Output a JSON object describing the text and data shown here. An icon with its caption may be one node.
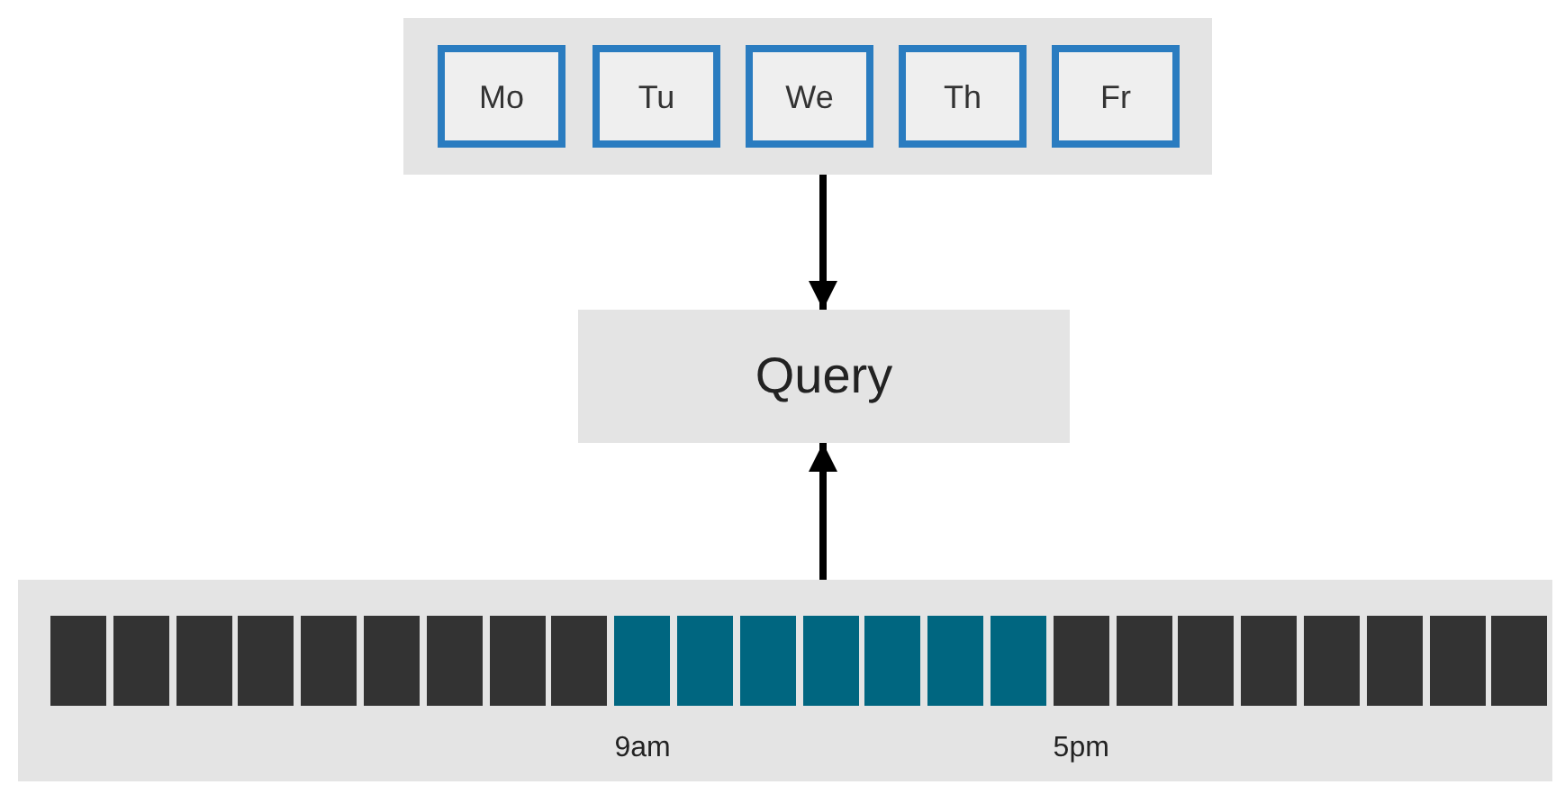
{
  "diagram": {
    "nodes": [
      {
        "text": [],
        "shape": "box"
      },
      {
        "text": [
          "Mo"
        ],
        "in": 0
      },
      {
        "text": [
          "Tu"
        ],
        "in": 0
      },
      {
        "text": [
          "We"
        ],
        "in": 0
      },
      {
        "text": [
          "Th"
        ],
        "in": 0
      },
      {
        "text": [
          "Fr"
        ],
        "in": 0
      },
      {
        "text": [
          "Query"
        ]
      },
      {
        "text": [],
        "shape": "bar"
      }
    ],
    "edges": [
      {
        "from": 0,
        "to": 6,
        "arrow": "to"
      },
      {
        "from": 7,
        "to": 6,
        "arrow": "to"
      }
    ],
    "labels": [
      "9am",
      "5pm"
    ]
  }
}
